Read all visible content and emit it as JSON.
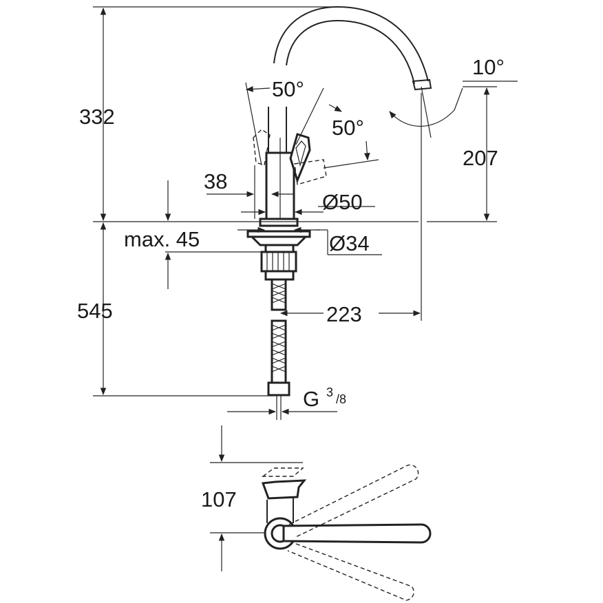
{
  "dimensions": {
    "height_upper": "332",
    "height_lower": "545",
    "spout_height": "207",
    "spout_reach": "223",
    "spout_angle": "10°",
    "lever_angle_a": "50°",
    "lever_angle_b": "50°",
    "body_width": "38",
    "body_diameter": "Ø50",
    "shank_diameter": "Ø34",
    "mount_thickness": "max. 45",
    "connector_main": "G",
    "connector_num": "3",
    "connector_den": "/8",
    "plan_offset": "107"
  },
  "colors": {
    "line": "#222222",
    "background": "#ffffff"
  }
}
